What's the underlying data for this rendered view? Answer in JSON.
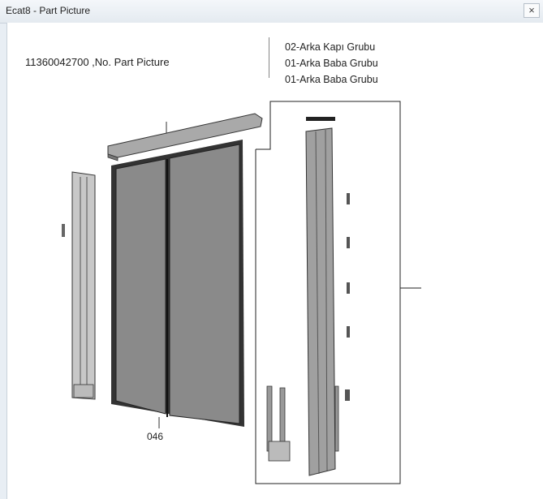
{
  "window": {
    "title": "Ecat8 - Part Picture",
    "close_icon": "close-icon"
  },
  "header": {
    "part_number": "11360042700 ,No. Part Picture",
    "groups": [
      "02-Arka Kapı Grubu",
      "01-Arka Baba Grubu",
      "01-Arka Baba Grubu"
    ]
  },
  "drawing": {
    "callout_label": "046"
  }
}
